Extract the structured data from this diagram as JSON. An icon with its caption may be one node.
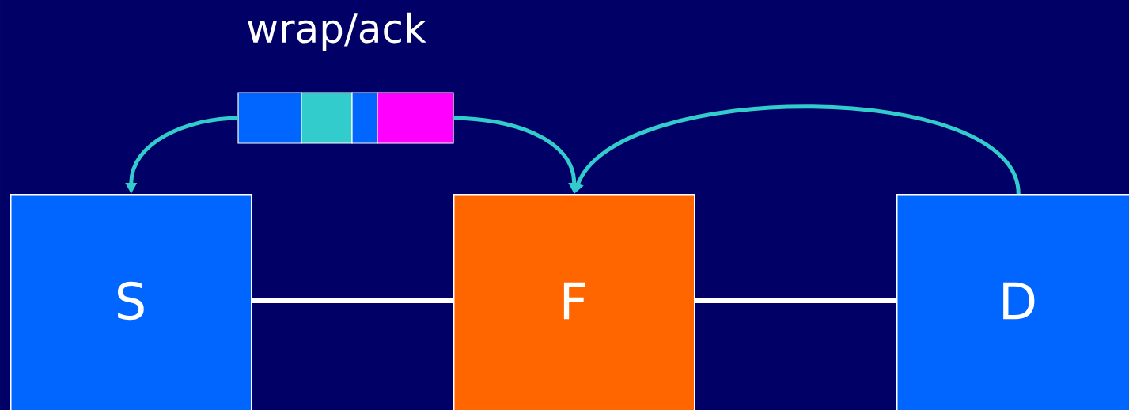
{
  "diagram": {
    "nodes": [
      {
        "text": [],
        "shape": "box"
      },
      {
        "text": [
          "S"
        ]
      },
      {
        "text": [
          "F"
        ]
      },
      {
        "text": [
          "D"
        ]
      }
    ],
    "edges": [
      {
        "from": 0,
        "to": 1,
        "arrow": "to"
      },
      {
        "from": 0,
        "to": 2,
        "arrow": "to"
      },
      {
        "from": 3,
        "to": 2,
        "arrow": "to"
      },
      {
        "from": 1,
        "to": 2,
        "arrow": "none",
        "color": "#ffffff"
      },
      {
        "from": 2,
        "to": 3,
        "arrow": "none",
        "color": "#ffffff"
      }
    ],
    "labels": [
      "wrap/ack"
    ]
  }
}
